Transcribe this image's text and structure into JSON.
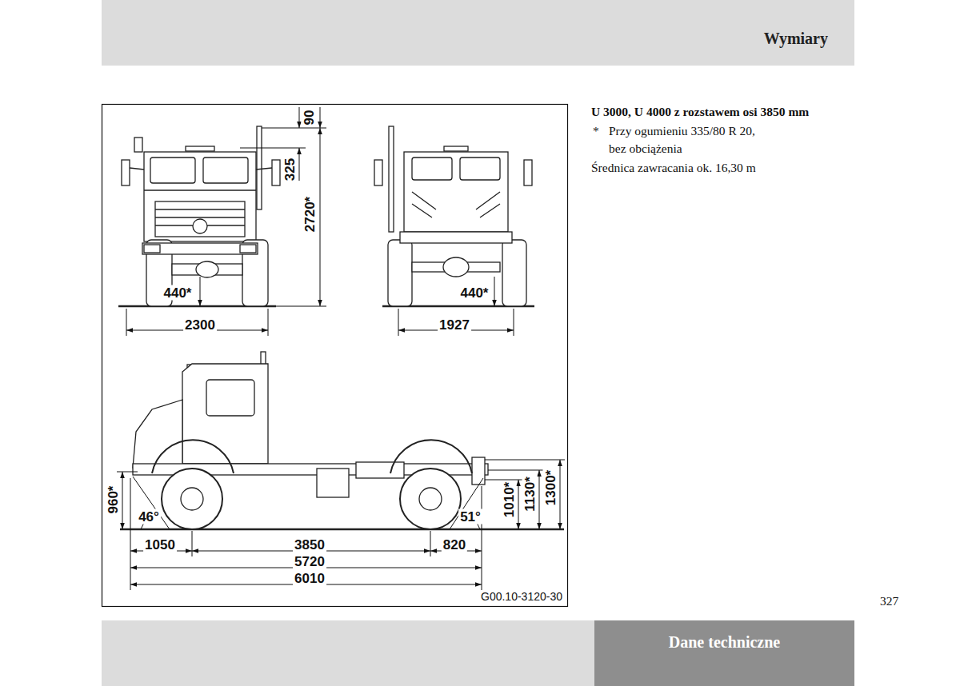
{
  "diagram": {
    "title": "Wymiary",
    "nodes": [
      {
        "text": [
          "Dane techniczne"
        ]
      }
    ],
    "labels": [
      "U 3000, U 4000 z rozstawem osi 3850 mm",
      "*",
      "Przy ogumieniu 335/80 R 20, bez obciążenia",
      "Średnica zawracania ok. 16,30 m",
      "327",
      "90",
      "325",
      "2720*",
      "440*",
      "2300",
      "440*",
      "1927",
      "960*",
      "46°",
      "1010*",
      "1130*",
      "1300*",
      "51°",
      "1050",
      "3850",
      "820",
      "5720",
      "6010",
      "G00.10-3120-30"
    ]
  }
}
